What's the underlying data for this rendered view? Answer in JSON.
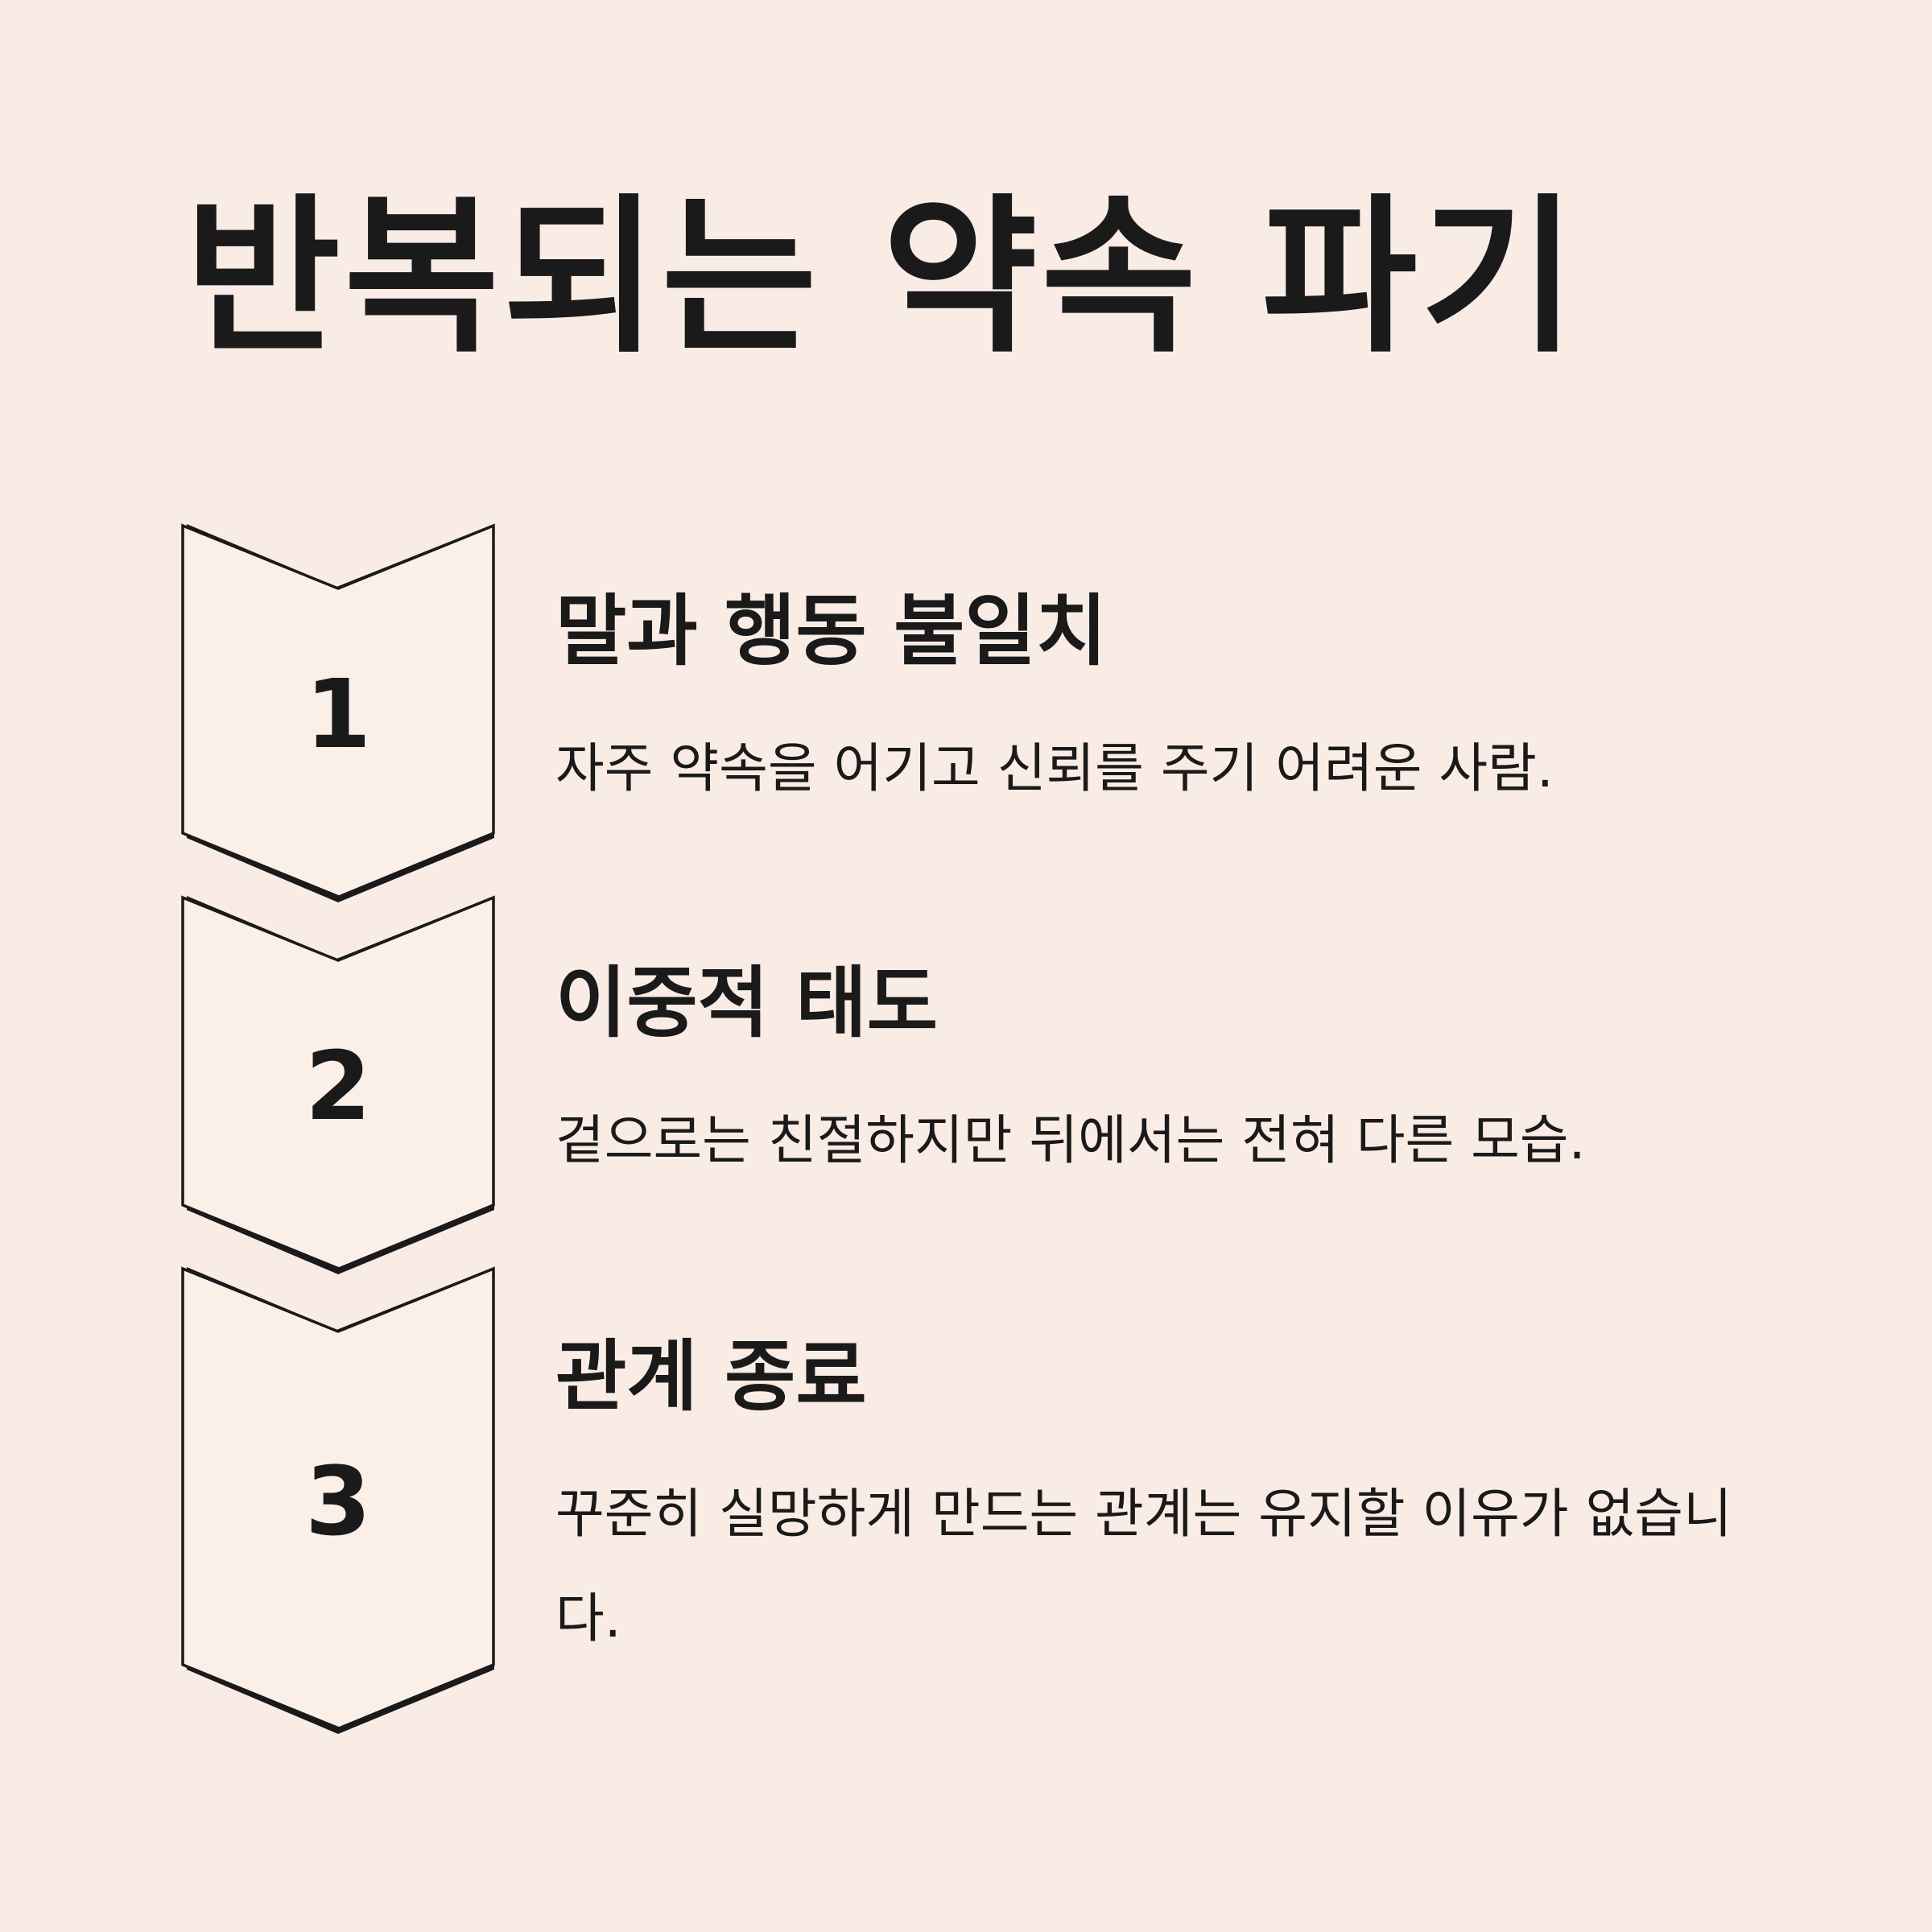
{
  "title": "반복되는 약속 파기",
  "steps": [
    {
      "number": "1",
      "heading": "말과 행동 불일치",
      "description": "자주 약속을 어기고 신뢰를 주기 어려운 사람."
    },
    {
      "number": "2",
      "heading": "이중적 태도",
      "description": "겉으로는 친절하지만 뒤에서는 전혀 다른 모습."
    },
    {
      "number": "3",
      "heading": "관계 종료",
      "description": "꾸준히 실망하게 만드는 관계는 유지할 이유가 없습니다."
    }
  ]
}
